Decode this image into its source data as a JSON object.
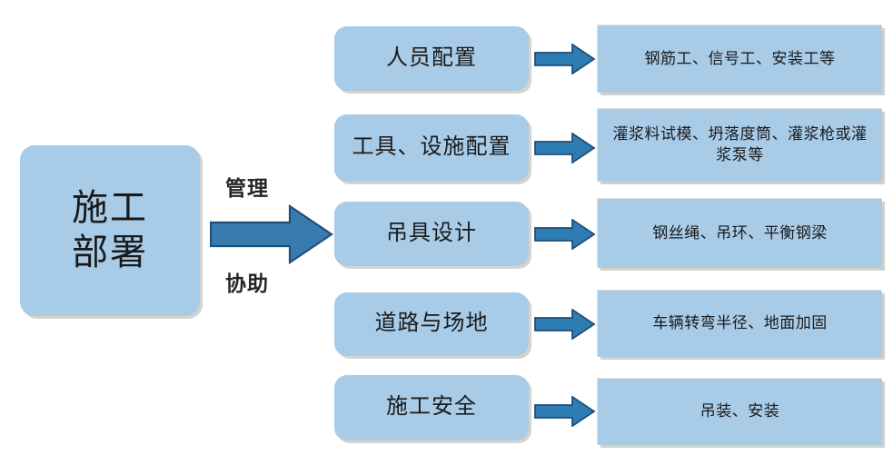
{
  "diagram": {
    "type": "flow-diagram",
    "background_color": "#ffffff",
    "palette": {
      "box_fill": "#a8cbe8",
      "box_shadow": "#d3d0ca",
      "arrow_fill": "#3a7bad",
      "arrow_stroke": "#1f4e79",
      "text_color": "#1a1a1a"
    },
    "root": {
      "label": "施工\n部署",
      "line1": "施工",
      "line2": "部署"
    },
    "edge_labels": {
      "top": "管理",
      "bottom": "协助"
    },
    "rows": [
      {
        "category": "人员配置",
        "detail": "钢筋工、信号工、安装工等"
      },
      {
        "category": "工具、设施配置",
        "detail": "灌浆料试模、坍落度筒、灌浆枪或灌浆泵等"
      },
      {
        "category": "吊具设计",
        "detail": "钢丝绳、吊环、平衡钢梁"
      },
      {
        "category": "道路与场地",
        "detail": "车辆转弯半径、地面加固"
      },
      {
        "category": "施工安全",
        "detail": "吊装、安装"
      }
    ]
  }
}
